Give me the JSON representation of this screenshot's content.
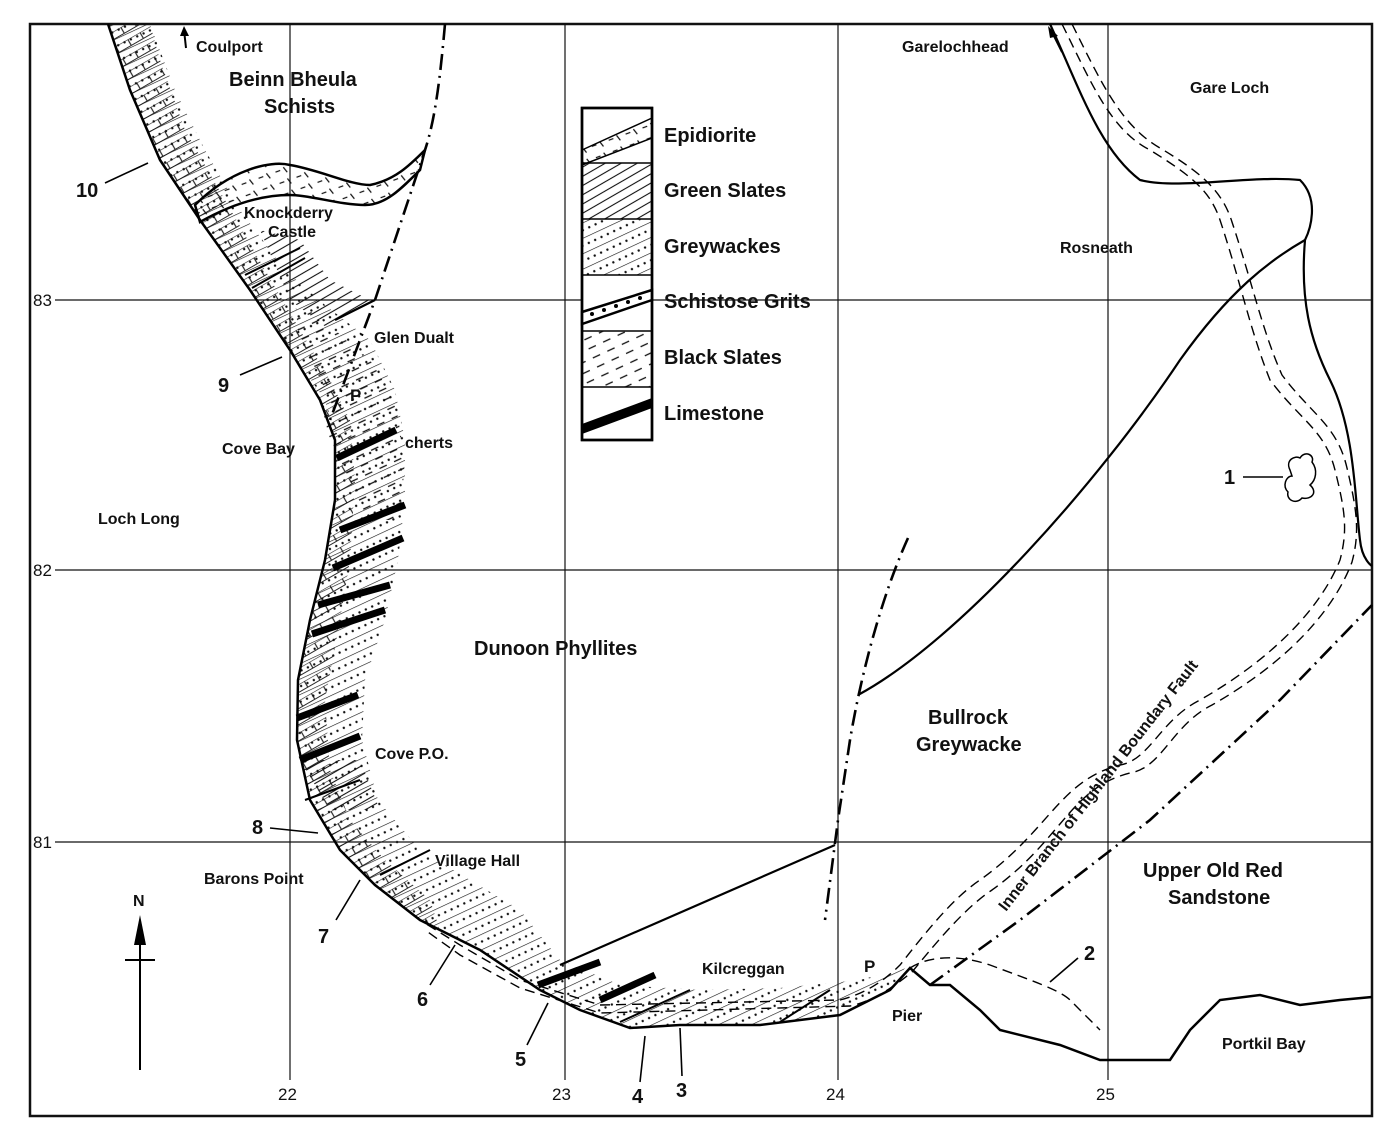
{
  "map": {
    "grid": {
      "eastings": [
        "22",
        "23",
        "24",
        "25"
      ],
      "northings": [
        "83",
        "82",
        "81"
      ]
    },
    "places": {
      "coulport": "Coulport",
      "beinn_bheula": [
        "Beinn Bheula",
        "Schists"
      ],
      "knockderry": [
        "Knockderry",
        "Castle"
      ],
      "glen_dualt": "Glen Dualt",
      "p_north": "P",
      "cherts": "cherts",
      "cove_bay": "Cove Bay",
      "loch_long": "Loch Long",
      "dunoon": "Dunoon Phyllites",
      "cove_po": "Cove P.O.",
      "village_hall": "Village Hall",
      "barons_point": "Barons Point",
      "kilcreggan": "Kilcreggan",
      "p_south": "P",
      "pier": "Pier",
      "portkil_bay": "Portkil Bay",
      "garelochhead": "Garelochhead",
      "gare_loch": "Gare Loch",
      "rosneath": "Rosneath",
      "bullrock": [
        "Bullrock",
        "Greywacke"
      ],
      "upper_old_red": [
        "Upper Old Red",
        "Sandstone"
      ],
      "fault_label": "Inner Branch of Highland Boundary Fault"
    },
    "localities": [
      "1",
      "2",
      "3",
      "4",
      "5",
      "6",
      "7",
      "8",
      "9",
      "10"
    ],
    "north_arrow": "N"
  },
  "legend": {
    "items": [
      {
        "label": "Epidiorite",
        "pattern": "epidiorite"
      },
      {
        "label": "Green Slates",
        "pattern": "diagonal-hatch"
      },
      {
        "label": "Greywackes",
        "pattern": "dotted-hatch"
      },
      {
        "label": "Schistose Grits",
        "pattern": "bold-dotted-band"
      },
      {
        "label": "Black Slates",
        "pattern": "dashed"
      },
      {
        "label": "Limestone",
        "pattern": "solid-black-band"
      }
    ]
  }
}
